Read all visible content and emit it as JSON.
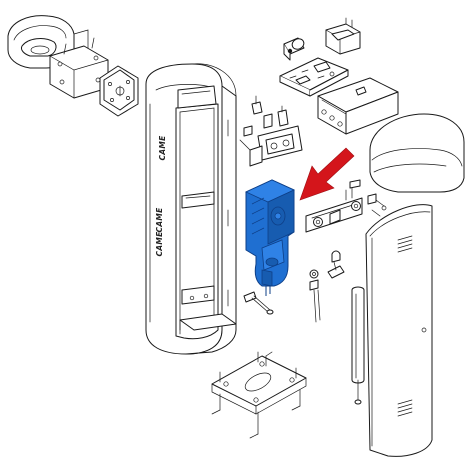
{
  "brand_marks": [
    "CAME",
    "CAME",
    "CAME"
  ],
  "colors": {
    "line": "#1a1a1a",
    "highlight_fill": "#1f6fd1",
    "highlight_dark": "#0e3f87",
    "arrow": "#d4151b",
    "background": "#ffffff"
  },
  "highlighted_part": "gearmotor-assembly",
  "icons": {
    "arrow": "red-arrow-pointer"
  }
}
